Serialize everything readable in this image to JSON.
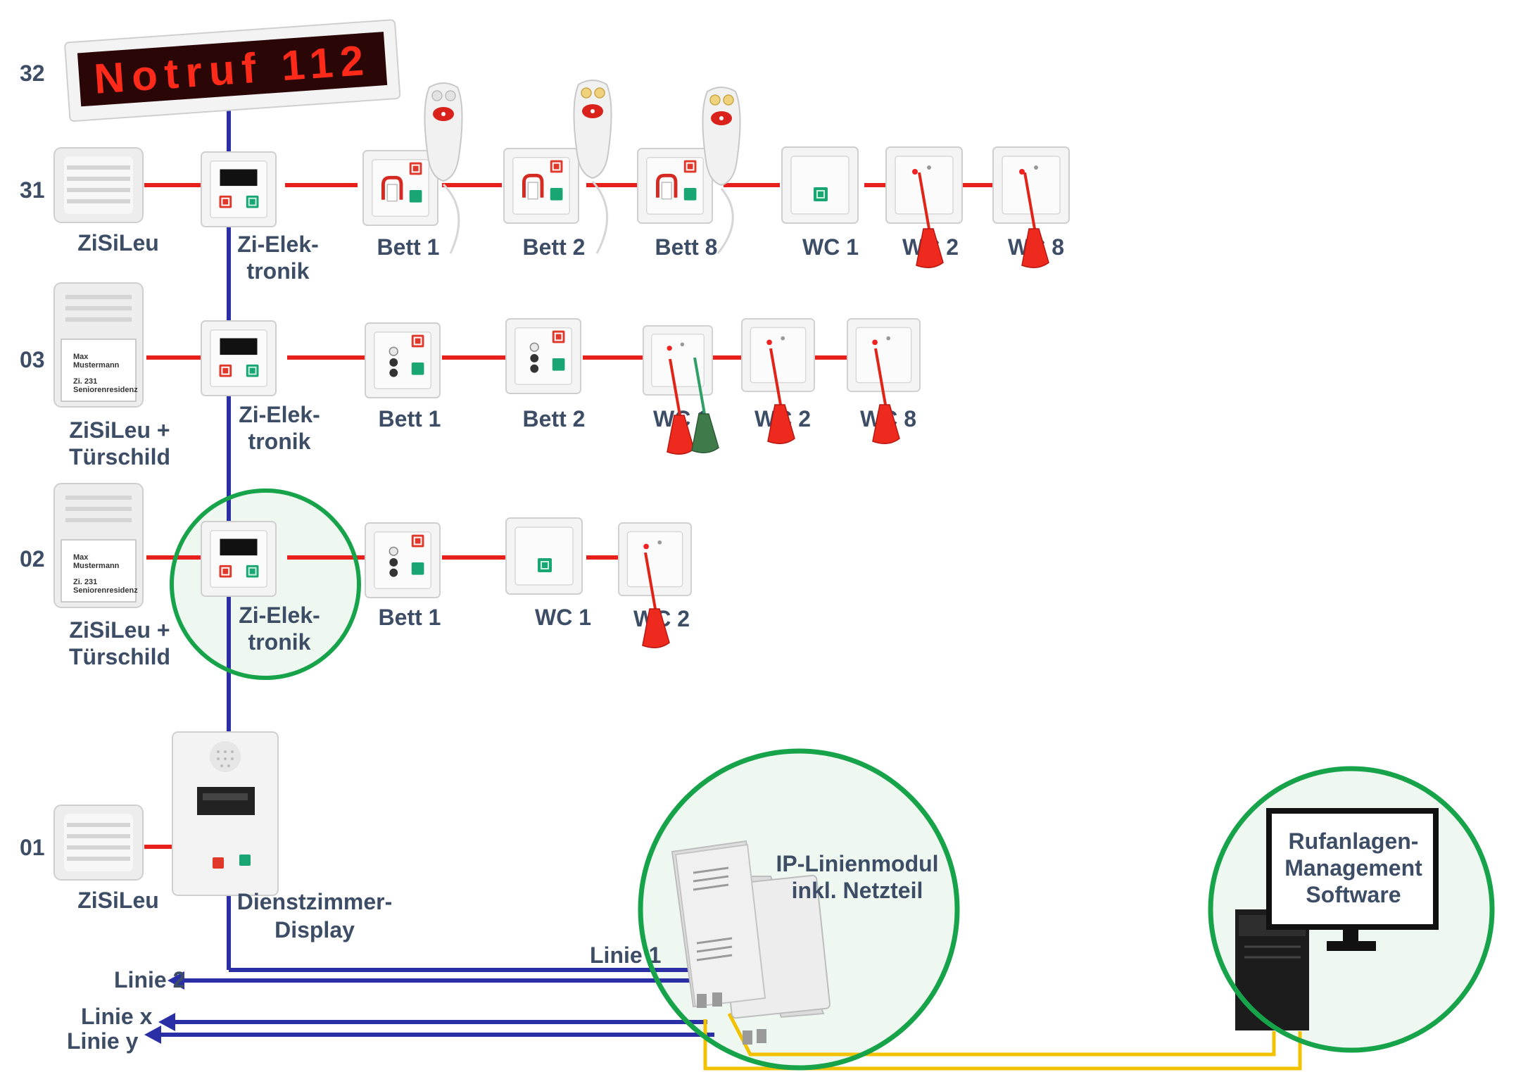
{
  "display_sign": {
    "text": "Notruf 112"
  },
  "rows": [
    {
      "id": "32",
      "label": "32"
    },
    {
      "id": "31",
      "label": "31"
    },
    {
      "id": "03",
      "label": "03"
    },
    {
      "id": "02",
      "label": "02"
    },
    {
      "id": "01",
      "label": "01"
    }
  ],
  "devices": {
    "zisileu": "ZiSiLeu",
    "zisileu_tuerschild_1": "ZiSiLeu +",
    "zisileu_tuerschild_2": "Türschild",
    "zi_elektronik_1": "Zi-Elek-",
    "zi_elektronik_2": "tronik",
    "bett1": "Bett 1",
    "bett2": "Bett 2",
    "bett8": "Bett 8",
    "wc1": "WC 1",
    "wc2": "WC 2",
    "wc8": "WC 8",
    "dienstzimmer_1": "Dienstzimmer-",
    "dienstzimmer_2": "Display",
    "doorplate": {
      "line1": "Max",
      "line2": "Mustermann",
      "line3": "Zi. 231",
      "line4": "Seniorenresidenz"
    }
  },
  "lines": {
    "linie1": "Linie 1",
    "linie2": "Linie 2",
    "linie_x": "Linie x",
    "linie_y": "Linie y"
  },
  "ip_module": {
    "line1": "IP-Linienmodul",
    "line2": "inkl. Netzteil"
  },
  "software": {
    "line1": "Rufanlagen-",
    "line2": "Management",
    "line3": "Software"
  },
  "colors": {
    "bus_red": "#e8201c",
    "bus_blue": "#2b2fa6",
    "ethernet_yellow": "#f2c200",
    "highlight_green": "#16a34a",
    "label_text": "#3d4d66",
    "led_red": "#ff2a1a"
  }
}
